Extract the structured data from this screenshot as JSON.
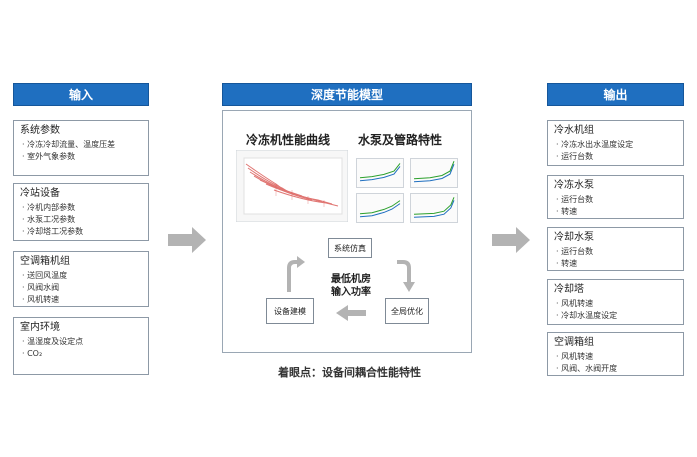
{
  "headers": {
    "input": "输入",
    "model": "深度节能模型",
    "output": "输出"
  },
  "inputs": [
    {
      "title": "系统参数",
      "items": [
        "冷冻冷却流量、温度压差",
        "室外气象参数"
      ]
    },
    {
      "title": "冷站设备",
      "items": [
        "冷机内部参数",
        "水泵工况参数",
        "冷却塔工况参数"
      ]
    },
    {
      "title": "空调箱机组",
      "items": [
        "送回风温度",
        "风阀水阀",
        "风机转速"
      ]
    },
    {
      "title": "室内环境",
      "items": [
        "温湿度及设定点",
        "CO₂"
      ]
    }
  ],
  "outputs": [
    {
      "title": "冷水机组",
      "items": [
        "冷冻水出水温度设定",
        "运行台数"
      ]
    },
    {
      "title": "冷冻水泵",
      "items": [
        "运行台数",
        "转速"
      ]
    },
    {
      "title": "冷却水泵",
      "items": [
        "运行台数",
        "转速"
      ]
    },
    {
      "title": "冷却塔",
      "items": [
        "风机转速",
        "冷却水温度设定"
      ]
    },
    {
      "title": "空调箱组",
      "items": [
        "风机转速",
        "风阀、水阀开度"
      ]
    }
  ],
  "model": {
    "chart_left_title": "冷冻机性能曲线",
    "chart_right_title": "水泵及管路特性",
    "sim_label": "系统仿真",
    "build_label": "设备建模",
    "opt_label": "全局优化",
    "center_text_line1": "最低机房",
    "center_text_line2": "输入功率"
  },
  "bottom_note": "着眼点：设备间耦合性能特性",
  "colors": {
    "header_blue": "#1f6fc0",
    "arrow_gray": "#b3b3b3",
    "curve_red": "#d9534f"
  }
}
